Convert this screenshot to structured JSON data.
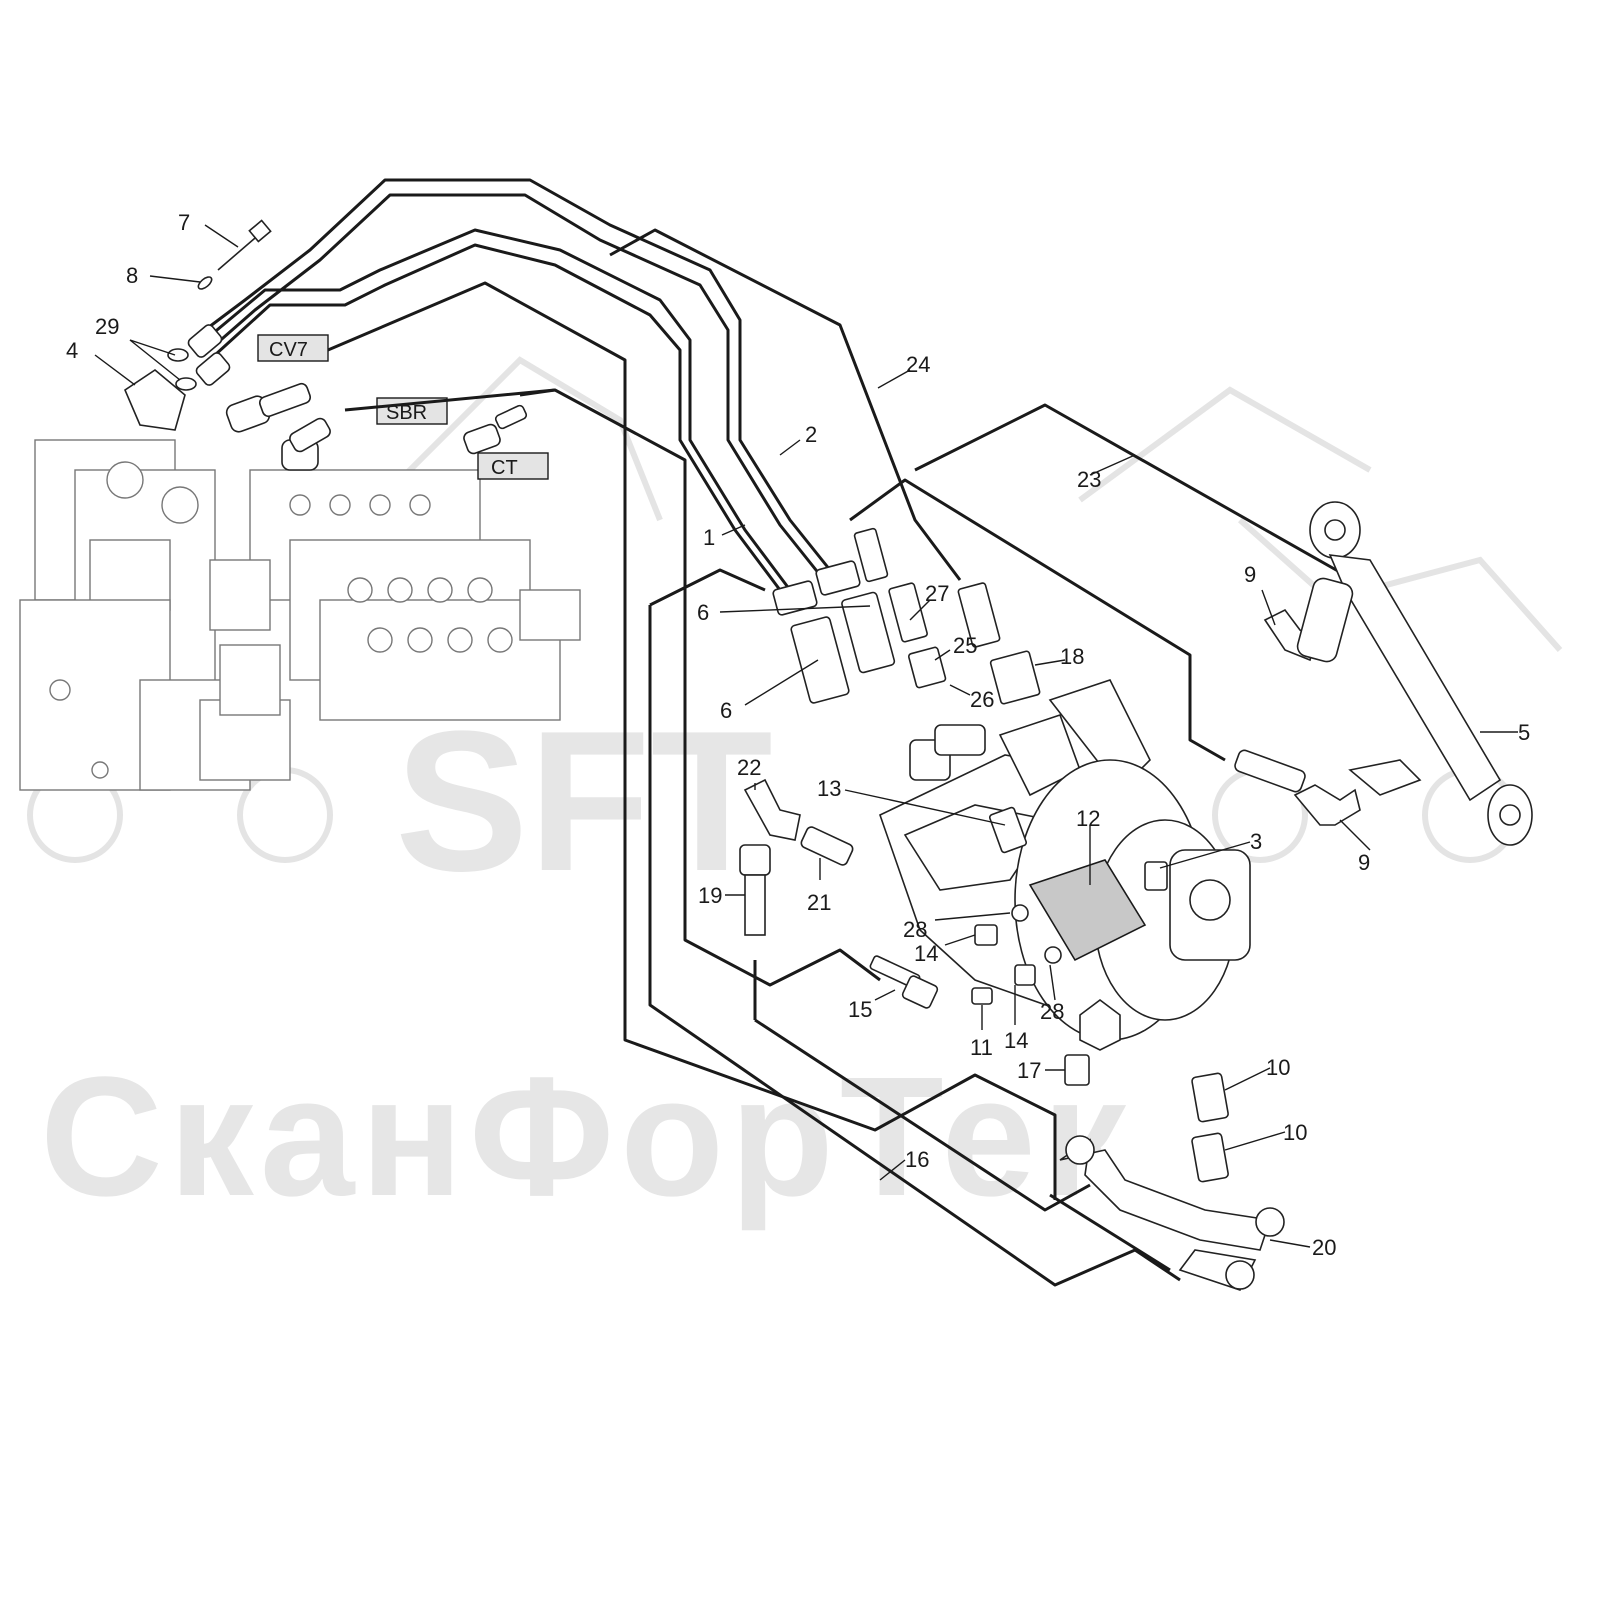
{
  "watermark": {
    "logo": "SFT",
    "company": "СканФорТек"
  },
  "tags": [
    {
      "id": "cv7",
      "label": "CV7"
    },
    {
      "id": "sbr",
      "label": "SBR"
    },
    {
      "id": "ct",
      "label": "CT"
    }
  ],
  "callouts": [
    "7",
    "8",
    "29",
    "4",
    "24",
    "2",
    "1",
    "23",
    "6",
    "6",
    "27",
    "25",
    "18",
    "26",
    "9",
    "5",
    "9",
    "22",
    "13",
    "12",
    "3",
    "19",
    "21",
    "28",
    "14",
    "15",
    "11",
    "14",
    "28",
    "17",
    "10",
    "10",
    "16",
    "20"
  ]
}
